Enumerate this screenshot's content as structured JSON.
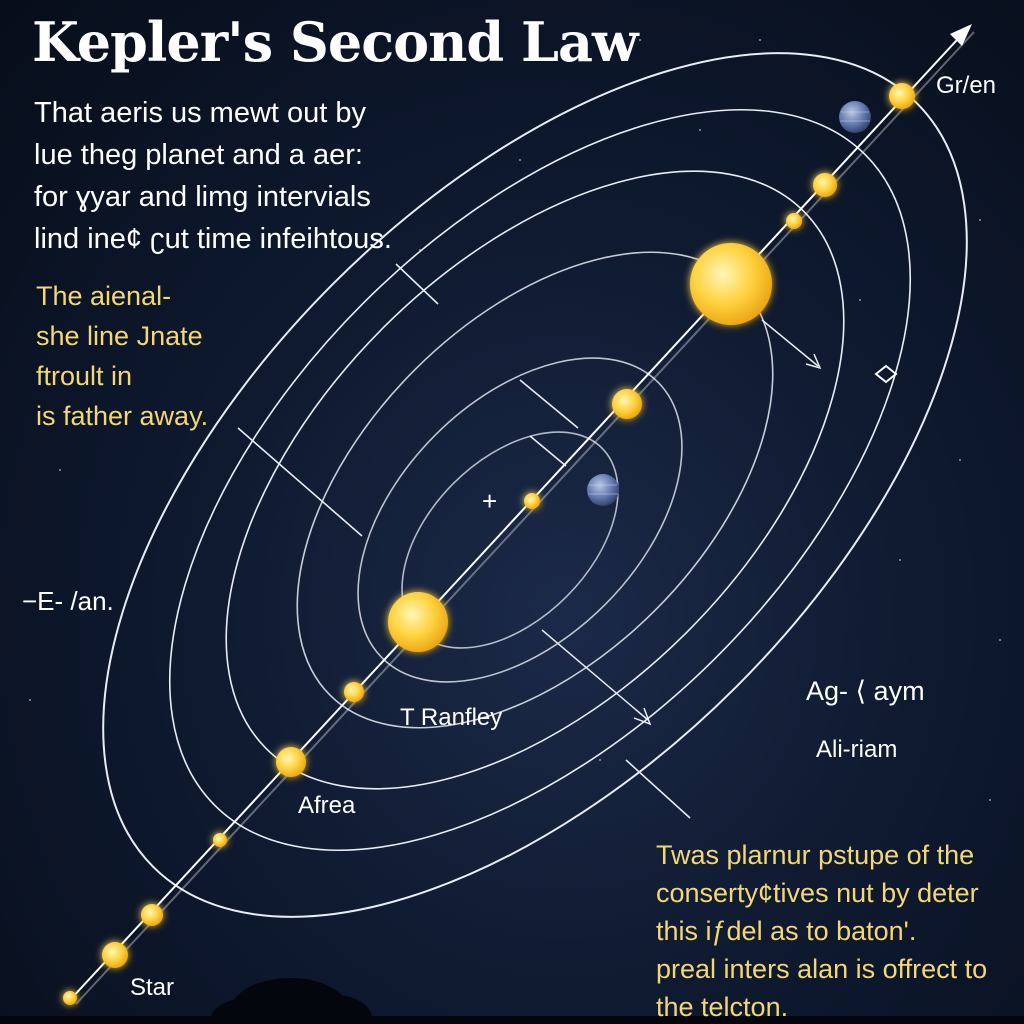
{
  "title": "Kepler's Second Law",
  "intro_lines": [
    "That aeris us mewt out by",
    "lue theg planet and a aer:",
    "for ɣyar and limg intervials",
    "lind ine¢ ʗut time infeihtous."
  ],
  "note_lines": [
    "The aienal-",
    "she line Jnate",
    "ftroult in",
    "is father away."
  ],
  "caption_lines": [
    "Twas plarnur pstupe of the",
    "conserty¢tives nut by deter",
    "this iƒdel as to baton'.",
    "preal inters alan is offrect to",
    "the telcton."
  ],
  "labels": {
    "top_right": "Gr/en",
    "left_mid": "−E- /an.",
    "center_plus": "+",
    "ranfley": "T Ranfley",
    "afrea": "Afrea",
    "star": "Star",
    "ag": "Ag- ⟨ aym",
    "ali": "Ali-riam"
  },
  "colors": {
    "background": "#0a1324",
    "sun": "#ffd23f",
    "sun_glow": "#ffe680",
    "orbit": "#e8ecf5",
    "planet_blue": "#6f86b8",
    "title": "#ffffff",
    "accent_text": "#f3d774"
  }
}
